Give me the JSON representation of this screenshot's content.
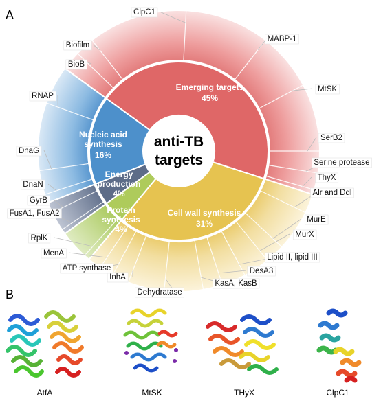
{
  "panel_a_letter": "A",
  "panel_b_letter": "B",
  "center_label": "anti-TB targets",
  "chart_data": {
    "type": "pie",
    "inner_categories": [
      {
        "name": "Emerging targets",
        "percent": "45%",
        "value": 45,
        "color": "#df6767"
      },
      {
        "name": "Cell wall synthesis",
        "percent": "31%",
        "value": 31,
        "color": "#e6c350"
      },
      {
        "name": "Protein synthesis",
        "percent": "4%",
        "value": 4,
        "color": "#aecb5b"
      },
      {
        "name": "Energy production",
        "percent": "4%",
        "value": 4,
        "color": "#5d6c88"
      },
      {
        "name": "Nucleic acid synthesis",
        "percent": "16%",
        "value": 16,
        "color": "#4d90cb"
      }
    ],
    "outer_targets": [
      {
        "name": "ClpC1",
        "group": "Emerging targets"
      },
      {
        "name": "MABP-1",
        "group": "Emerging targets"
      },
      {
        "name": "MtSK",
        "group": "Emerging targets"
      },
      {
        "name": "SerB2",
        "group": "Emerging targets"
      },
      {
        "name": "Serine protease",
        "group": "Emerging targets"
      },
      {
        "name": "ThyX",
        "group": "Emerging targets"
      },
      {
        "name": "Alr and Ddl",
        "group": "Cell wall synthesis"
      },
      {
        "name": "MurE",
        "group": "Cell wall synthesis"
      },
      {
        "name": "MurX",
        "group": "Cell wall synthesis"
      },
      {
        "name": "Lipid II, lipid III",
        "group": "Cell wall synthesis"
      },
      {
        "name": "DesA3",
        "group": "Cell wall synthesis"
      },
      {
        "name": "KasA, KasB",
        "group": "Cell wall synthesis"
      },
      {
        "name": "Dehydratase",
        "group": "Cell wall synthesis"
      },
      {
        "name": "InhA",
        "group": "Cell wall synthesis"
      },
      {
        "name": "ATP synthase",
        "group": "Energy production"
      },
      {
        "name": "MenA",
        "group": "Energy production"
      },
      {
        "name": "RplK",
        "group": "Protein synthesis"
      },
      {
        "name": "FusA1, FusA2",
        "group": "Protein synthesis"
      },
      {
        "name": "GyrB",
        "group": "Nucleic acid synthesis"
      },
      {
        "name": "DnaN",
        "group": "Nucleic acid synthesis"
      },
      {
        "name": "DnaG",
        "group": "Nucleic acid synthesis"
      },
      {
        "name": "RNAP",
        "group": "Nucleic acid synthesis"
      },
      {
        "name": "BioB",
        "group": "Emerging targets"
      },
      {
        "name": "Biofilm",
        "group": "Emerging targets"
      }
    ]
  },
  "proteins": [
    {
      "name": "AtfA"
    },
    {
      "name": "MtSK"
    },
    {
      "name": "THyX"
    },
    {
      "name": "ClpC1"
    }
  ]
}
